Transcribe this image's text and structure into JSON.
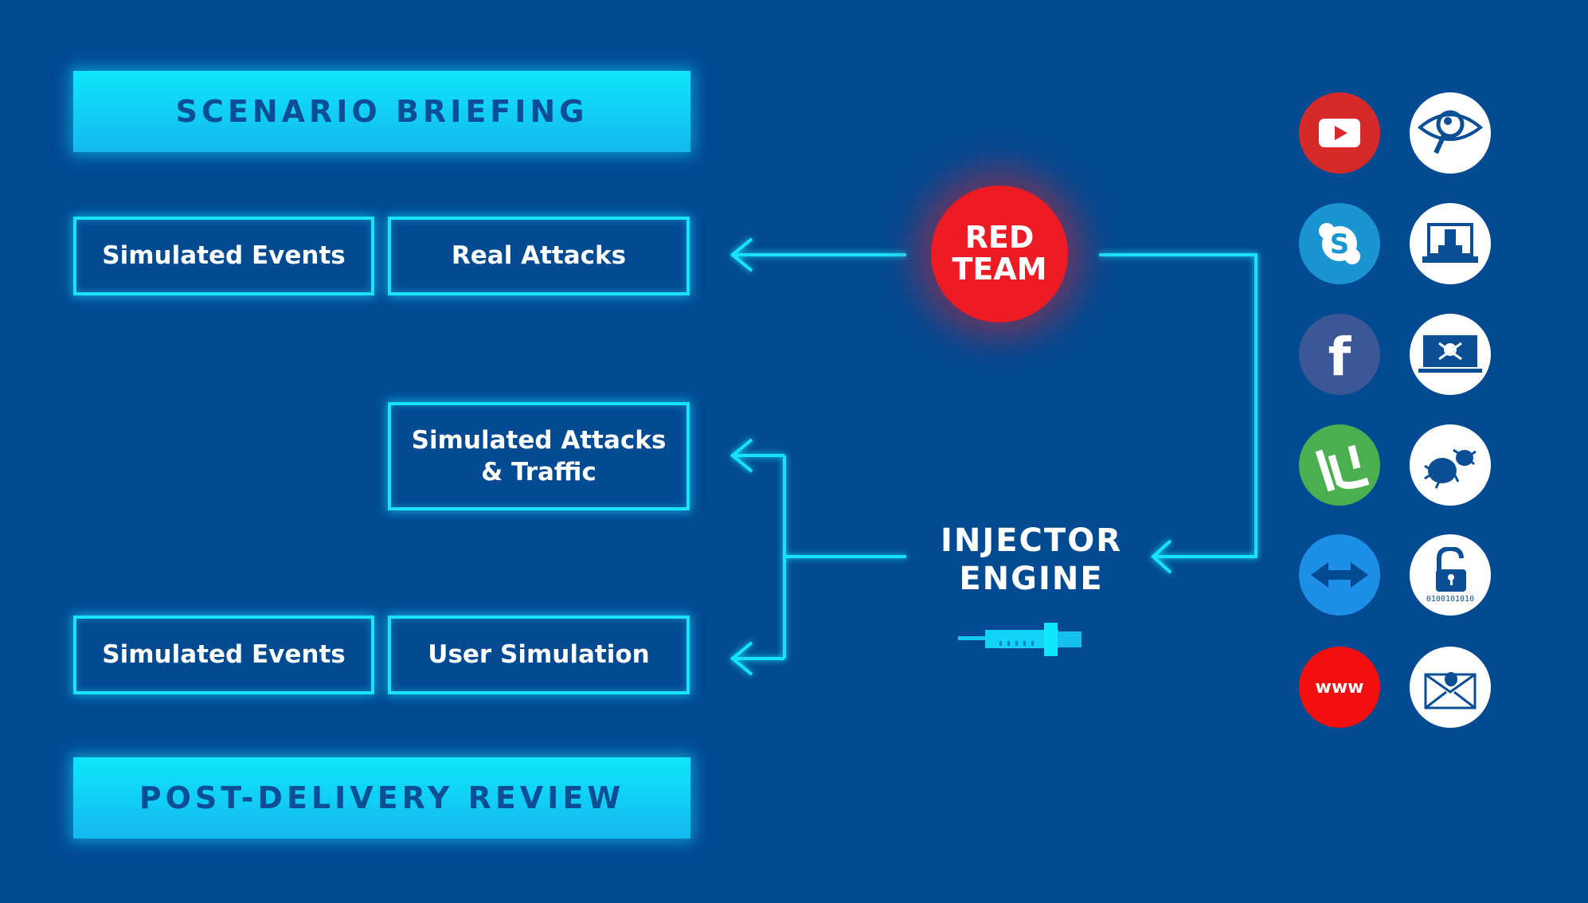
{
  "top_bar": {
    "label": "SCENARIO BRIEFING"
  },
  "bottom_bar": {
    "label": "POST-DELIVERY REVIEW"
  },
  "boxes": {
    "simulated_events_top": "Simulated Events",
    "real_attacks": "Real Attacks",
    "simulated_attacks_line1": "Simulated Attacks",
    "simulated_attacks_line2": "& Traffic",
    "simulated_events_bottom": "Simulated Events",
    "user_simulation": "User Simulation"
  },
  "red_team": {
    "line1": "RED",
    "line2": "TEAM",
    "color": "#ed1c24"
  },
  "injector": {
    "line1": "INJECTOR",
    "line2": "ENGINE",
    "icon": "syringe-icon"
  },
  "icons": {
    "left": [
      "youtube-icon",
      "skype-icon",
      "facebook-icon",
      "utorrent-icon",
      "teamviewer-icon",
      "www-icon"
    ],
    "right": [
      "eye-magnifier-icon",
      "laptop-hacker-icon",
      "laptop-skull-icon",
      "bugs-icon",
      "unlocked-padlock-binary-icon",
      "email-bug-icon"
    ],
    "www_label": "www",
    "lock_binary": "0100101010"
  },
  "colors": {
    "background": "#024a92",
    "neon": "#19e3fb",
    "bar_text": "#0a4f95"
  }
}
